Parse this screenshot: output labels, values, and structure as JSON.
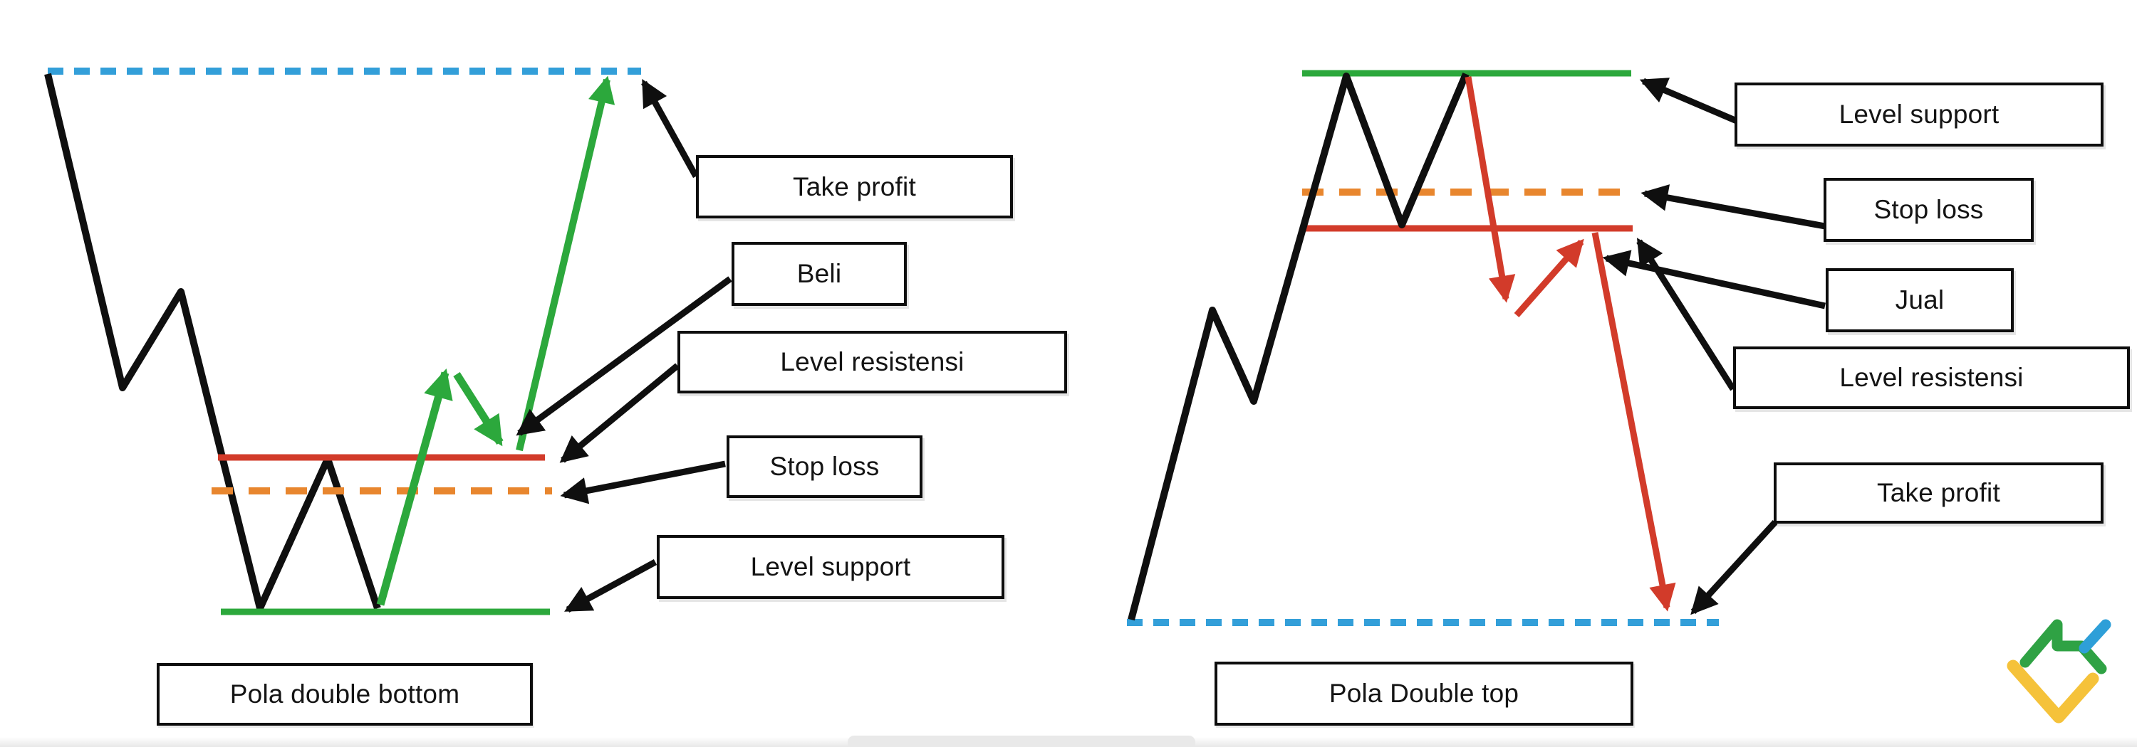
{
  "colors": {
    "black": "#0f0f0f",
    "red": "#d23b2a",
    "green": "#2ca83c",
    "orange": "#e8862e",
    "blue": "#339fd9",
    "text": "#141414",
    "box_border": "#0d0d0d",
    "logo_yellow": "#f5c23a",
    "logo_green": "#2fa244",
    "logo_blue": "#2e9fd8"
  },
  "left_diagram": {
    "title": "Pola double bottom",
    "labels": {
      "take_profit": "Take profit",
      "beli": "Beli",
      "level_resistensi": "Level resistensi",
      "stop_loss": "Stop loss",
      "level_support": "Level support"
    }
  },
  "right_diagram": {
    "title": "Pola Double top",
    "labels": {
      "level_support": "Level support",
      "stop_loss": "Stop loss",
      "jual": "Jual",
      "level_resistensi": "Level resistensi",
      "take_profit": "Take profit"
    }
  },
  "logo": {
    "name": "liteforex-logo"
  }
}
